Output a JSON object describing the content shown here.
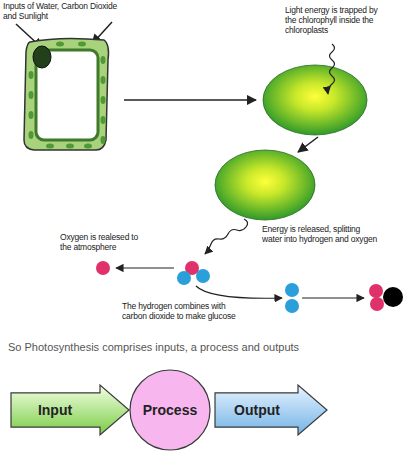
{
  "diagram": {
    "nodes": [
      {
        "text": [
          "Input"
        ]
      },
      {
        "text": [
          "Process"
        ]
      },
      {
        "text": [
          "Output"
        ]
      }
    ],
    "labels": [
      "Inputs of Water, Carbon Dioxide and Sunlight",
      "Light energy is trapped by the chlorophyll inside the chloroplasts",
      "Energy is released, splitting water into hydrogen and oxygen",
      "Oxygen is realesed to the atmosphere",
      "The hydrogen combines with carbon dioxide to make glucose",
      "So Photosynthesis comprises inputs, a process and outputs"
    ]
  }
}
